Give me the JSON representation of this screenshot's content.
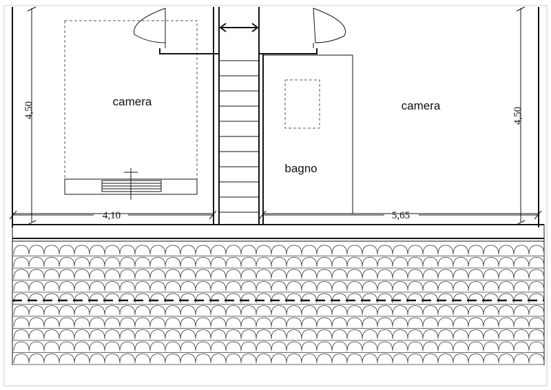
{
  "rooms": {
    "left": "camera",
    "right": "camera",
    "bath": "bagno"
  },
  "dimensions": {
    "left_height": "4,50",
    "right_height": "4,50",
    "left_width": "4,10",
    "right_width": "5,65"
  },
  "colors": {
    "ink": "#111111",
    "paper": "#ffffff"
  }
}
